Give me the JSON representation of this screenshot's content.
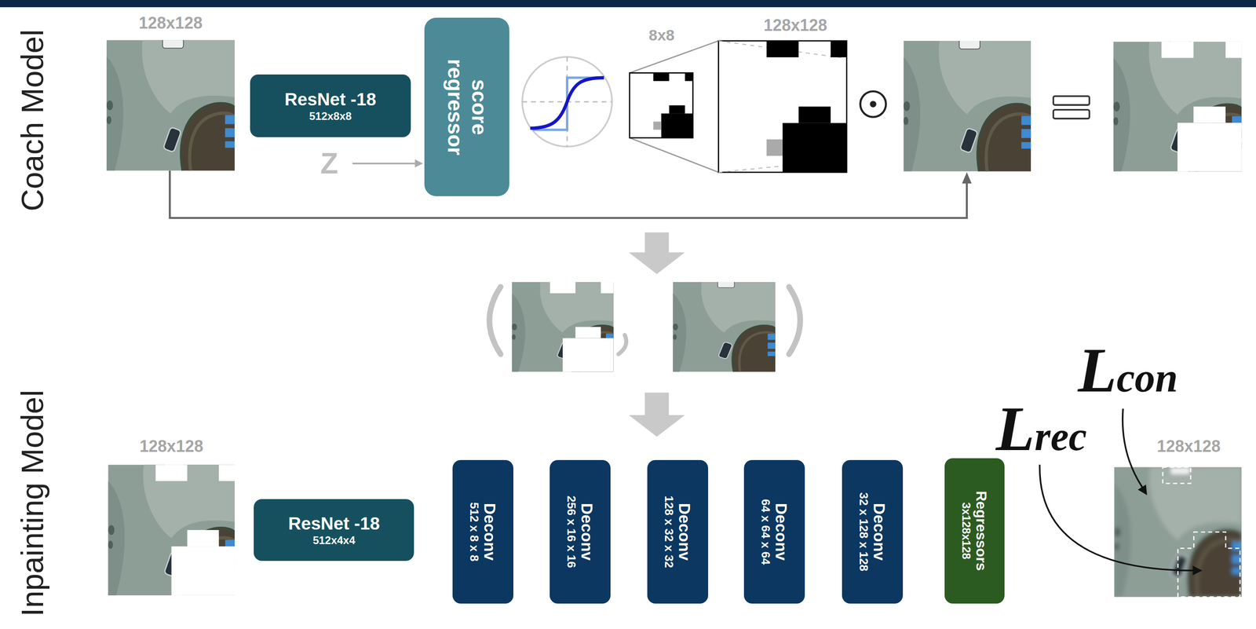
{
  "diagram": {
    "nodes": [
      {
        "text": [
          "ResNet -18",
          "512x8x8"
        ]
      },
      {
        "text": [
          "score regressor"
        ]
      },
      {
        "text": [
          "ResNet -18",
          "512x4x4"
        ]
      },
      {
        "text": [
          "Deconv",
          "512 x 8 x 8"
        ]
      },
      {
        "text": [
          "Deconv",
          "256 x 16 x 16"
        ]
      },
      {
        "text": [
          "Deconv",
          "128 x 32 x 32"
        ]
      },
      {
        "text": [
          "Deconv",
          "64 x 64 x 64"
        ]
      },
      {
        "text": [
          "Deconv",
          "32 x 128 x 128"
        ]
      },
      {
        "text": [
          "Regressors",
          "3x128x128"
        ]
      }
    ],
    "labels": [
      "Coach Model",
      "Inpainting Model",
      "128x128",
      "Z",
      "8x8",
      "128x128",
      "128x128",
      "Lcon",
      "Lrec",
      "128x128"
    ]
  }
}
